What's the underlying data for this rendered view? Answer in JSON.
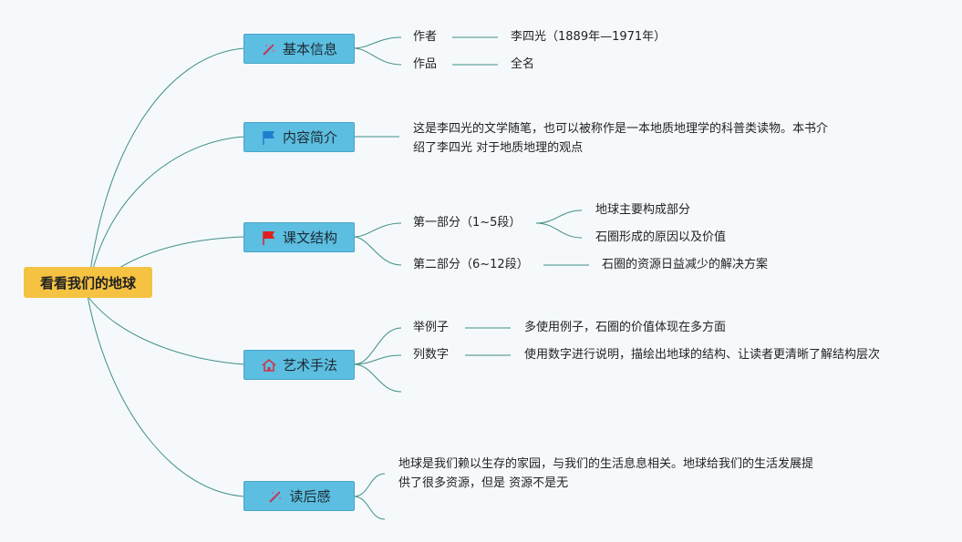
{
  "root": {
    "label": "看看我们的地球"
  },
  "topics": [
    {
      "label": "基本信息",
      "icon": "magic-wand-icon"
    },
    {
      "label": "内容简介",
      "icon": "blue-flag-icon"
    },
    {
      "label": "课文结构",
      "icon": "red-flag-icon"
    },
    {
      "label": "艺术手法",
      "icon": "home-icon"
    },
    {
      "label": "读后感",
      "icon": "magic-wand-icon"
    }
  ],
  "basic_info": [
    {
      "key": "作者",
      "value": "李四光（1889年—1971年）"
    },
    {
      "key": "作品",
      "value": "全名"
    }
  ],
  "summary": {
    "line1": "这是李四光的文学随笔，也可以被称作是一本地质地理学的科普类读物。本书介",
    "line2": "绍了李四光 对于地质地理的观点"
  },
  "structure": {
    "part1": {
      "label": "第一部分（1~5段）",
      "children": [
        "地球主要构成部分",
        "石圈形成的原因以及价值"
      ]
    },
    "part2": {
      "label": "第二部分（6~12段）",
      "child": "石圈的资源日益减少的解决方案"
    }
  },
  "techniques": [
    {
      "key": "举例子",
      "value": "多使用例子，石圈的价值体现在多方面"
    },
    {
      "key": "列数字",
      "value": "使用数字进行说明，描绘出地球的结构、让读者更清晰了解结构层次"
    }
  ],
  "reflection": {
    "line1": "地球是我们赖以生存的家园，与我们的生活息息相关。地球给我们的生活发展提",
    "line2": "供了很多资源，但是 资源不是无"
  },
  "colors": {
    "root_fill": "#f5c242",
    "topic_fill": "#5cbee0",
    "connector": "#3f8f87",
    "background": "#f5f9fb"
  }
}
